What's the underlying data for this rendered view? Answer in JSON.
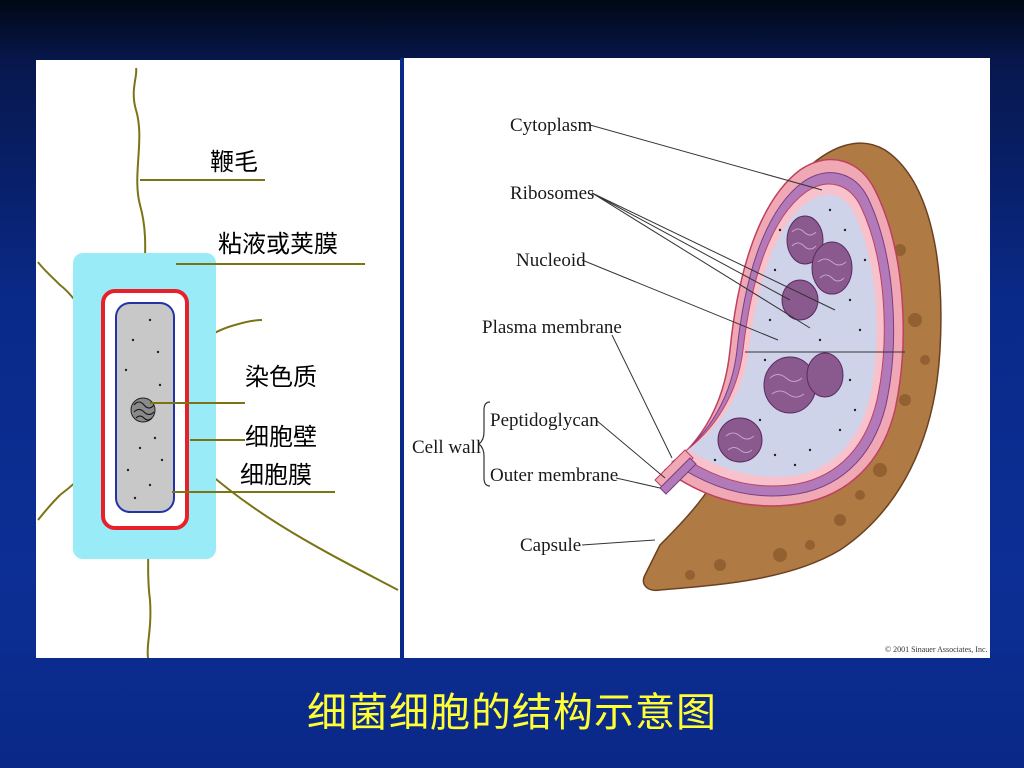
{
  "left_diagram": {
    "labels": {
      "flagellum": "鞭毛",
      "capsule": "粘液或荚膜",
      "chromatin": "染色质",
      "cell_wall": "细胞壁",
      "cell_membrane": "细胞膜"
    }
  },
  "right_diagram": {
    "labels": {
      "cytoplasm": "Cytoplasm",
      "ribosomes": "Ribosomes",
      "nucleoid": "Nucleoid",
      "plasma_membrane": "Plasma membrane",
      "cell_wall": "Cell wall",
      "peptidoglycan": "Peptidoglycan",
      "outer_membrane": "Outer membrane",
      "capsule": "Capsule"
    },
    "copyright": "© 2001 Sinauer Associates, Inc."
  },
  "caption": "细菌细胞的结构示意图",
  "colors": {
    "capsule_fill": "#99ecf7",
    "cell_wall": "#e8202a",
    "membrane": "#2233aa",
    "cytoplasm": "#c8c8c8",
    "flagellum": "#7a7414",
    "caption_text": "#ffff33",
    "capsule_texture": "#b07a45"
  }
}
